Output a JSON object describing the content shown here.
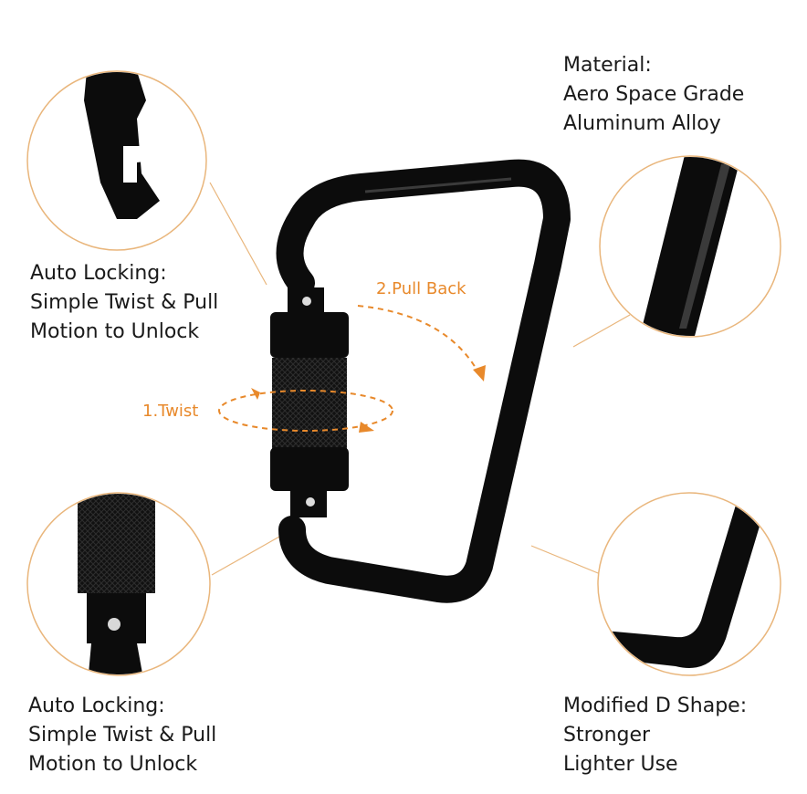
{
  "material": {
    "lines": [
      "Material:",
      "Aero Space Grade",
      "Aluminum Alloy"
    ]
  },
  "top_left": {
    "lines": [
      "Auto Locking:",
      "Simple Twist & Pull",
      "Motion to Unlock"
    ]
  },
  "bottom_left": {
    "lines": [
      "Auto Locking:",
      "Simple Twist & Pull",
      "Motion to Unlock"
    ]
  },
  "bottom_right": {
    "lines": [
      "Modified D Shape:",
      "Stronger",
      "Lighter Use"
    ]
  },
  "steps": {
    "twist": "1.Twist",
    "pull_back": "2.Pull Back"
  },
  "colors": {
    "accent": "#e8892b",
    "carabiner": "#0c0c0c",
    "circle_border": "#e9b67c"
  }
}
